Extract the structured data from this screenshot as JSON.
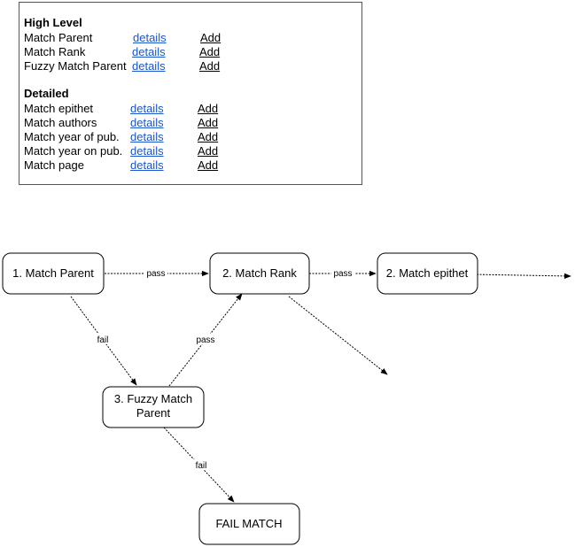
{
  "panel": {
    "high_level": {
      "title": "High Level",
      "rows": [
        {
          "name": "Match Parent",
          "details": "details",
          "add": "Add"
        },
        {
          "name": "Match Rank",
          "details": "details",
          "add": "Add"
        },
        {
          "name": "Fuzzy Match Parent",
          "details": "details",
          "add": "Add"
        }
      ]
    },
    "detailed": {
      "title": "Detailed",
      "rows": [
        {
          "name": "Match epithet",
          "details": "details",
          "add": "Add"
        },
        {
          "name": "Match authors",
          "details": "details",
          "add": "Add"
        },
        {
          "name": "Match year of pub.",
          "details": "details",
          "add": "Add"
        },
        {
          "name": "Match year on pub.",
          "details": "details",
          "add": "Add"
        },
        {
          "name": "Match page",
          "details": "details",
          "add": "Add"
        }
      ]
    }
  },
  "flow": {
    "nodes": {
      "n1": [
        "1. Match Parent"
      ],
      "n2": [
        "2. Match Rank"
      ],
      "n3": [
        "2. Match epithet"
      ],
      "n4": [
        "3. Fuzzy Match",
        "Parent"
      ],
      "n5": [
        "FAIL MATCH"
      ]
    },
    "edges": {
      "e1": "pass",
      "e2": "pass",
      "e3": "fail",
      "e4": "pass",
      "e5": "fail"
    }
  },
  "colors": {
    "link": "#1a55cc",
    "border": "#555555"
  }
}
